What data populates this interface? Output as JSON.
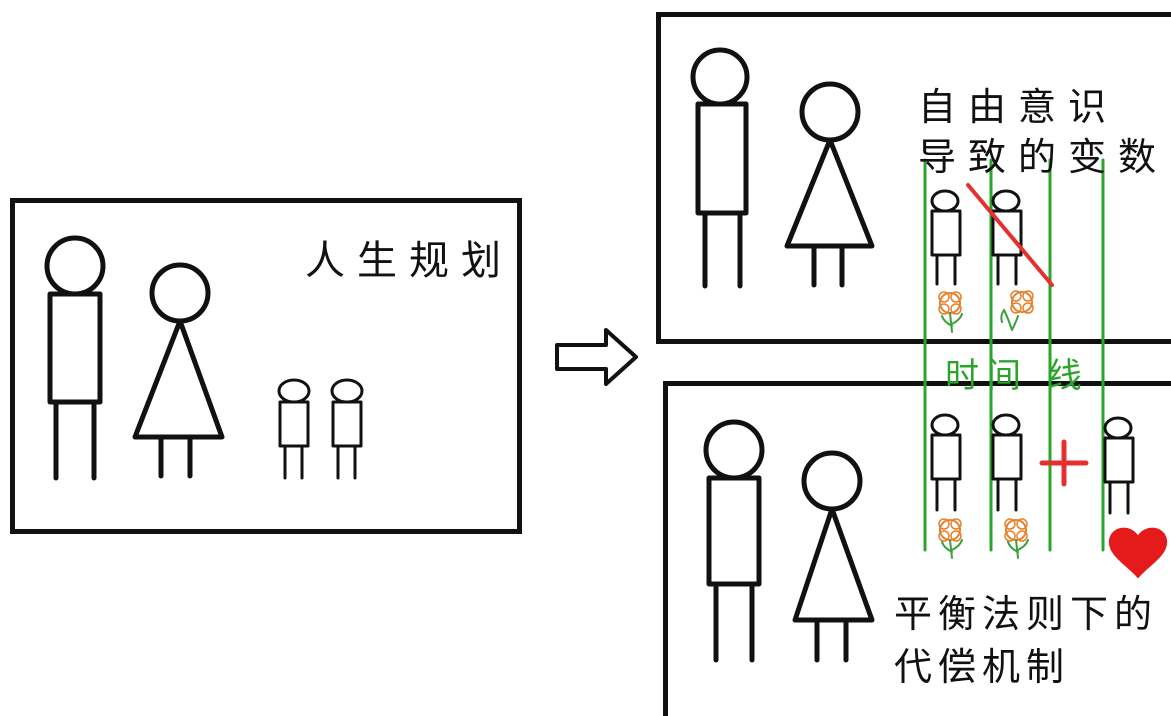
{
  "labels": {
    "life_plan": "人生规划",
    "free_will_line1": "自由意识",
    "free_will_line2": "导致的变数",
    "timeline": "时间 线",
    "balance_line1": "平衡法则下的",
    "balance_line2": "代偿机制"
  },
  "colors": {
    "ink": "#111111",
    "timeline_green": "#2aa52a",
    "strike_red": "#e53030",
    "plus_red": "#e53030",
    "heart_red": "#e51a1a",
    "flower_orange": "#e8802a",
    "stem_green": "#3aa23a"
  },
  "icons": {
    "arrow": "right-arrow-icon",
    "heart": "heart-icon",
    "plus": "plus-icon",
    "flower": "flower-icon"
  }
}
